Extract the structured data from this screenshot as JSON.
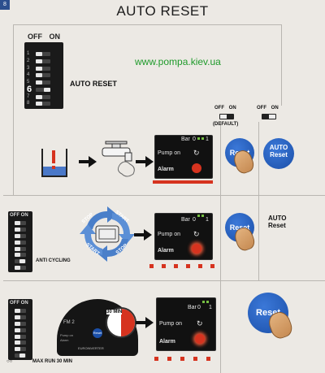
{
  "page": {
    "tab_label": "8",
    "title": "AUTO RESET",
    "watermark": "www.pompa.kiev.ua"
  },
  "dip_header": {
    "off": "OFF",
    "on": "ON"
  },
  "dip_main": {
    "numbers": [
      "1",
      "2",
      "3",
      "4",
      "5",
      "6",
      "7",
      "8"
    ],
    "label": "AUTO RESET"
  },
  "mode_switches": {
    "default": {
      "off": "OFF",
      "on": "ON",
      "note": "(DEFAULT)"
    },
    "auto": {
      "off": "OFF",
      "on": "ON"
    }
  },
  "display": {
    "bar_label": "Bar",
    "bar_zero": "0",
    "bar_one": "1",
    "pump_on": "Pump on",
    "alarm": "Alarm"
  },
  "reset_button": {
    "label": "Reset"
  },
  "auto_reset_label": {
    "line1": "AUTO",
    "line2": "Reset"
  },
  "section2": {
    "dip_label": "ANTI CYCLING",
    "cycle_labels": [
      "STOP",
      "START",
      "START",
      "STOP"
    ]
  },
  "section3": {
    "dip_label": "MAX RUN 30 MIN",
    "timer_label": "30 MIN",
    "dial_fm": "FM 2",
    "dial_brand": "EUROINVERTER",
    "dial_pump_on": "Pump on",
    "dial_alarm": "Alarm",
    "dial_reset": "Reset"
  },
  "colors": {
    "reset_blue": "#1b4fa8",
    "alarm_red": "#d6331f",
    "bar_green": "#76c043",
    "watermark_green": "#1e9a2a"
  }
}
